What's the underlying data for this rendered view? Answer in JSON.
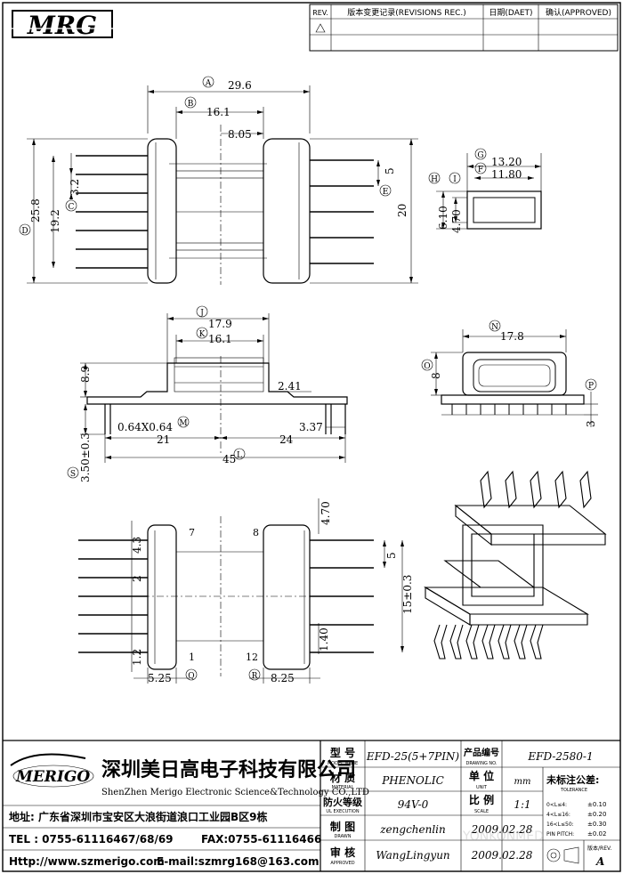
{
  "header": {
    "logo": "MRG",
    "rev_label": "REV.",
    "rev_record": "版本变更记录(REVISIONS REC.)",
    "date_label": "日期(DAET)",
    "approved_label": "确认(APPROVED)"
  },
  "top_view": {
    "A_label": "A",
    "A_val": "29.6",
    "B_label": "B",
    "B_val": "16.1",
    "center_val": "8.05",
    "C_label": "C",
    "C_val": "3.2",
    "D_label": "D",
    "D_val": "25.8",
    "h192": "19.2",
    "E_label": "E",
    "E_val": "5",
    "h20": "20"
  },
  "window_view": {
    "G_label": "G",
    "G_val": "13.20",
    "F_label": "F",
    "F_val": "11.80",
    "H_label": "H",
    "H_val": "6.10",
    "I_label": "I",
    "I_val": "4.70"
  },
  "side_view": {
    "J_label": "J",
    "J_val": "17.9",
    "K_label": "K",
    "K_val": "16.1",
    "h89": "8.9",
    "v241": "2.41",
    "M_label": "M",
    "M_val": "0.64X0.64",
    "v337": "3.37",
    "v21": "21",
    "v24": "24",
    "L_label": "L",
    "L_val": "45",
    "S_label": "S",
    "S_val": "3.50±0.3"
  },
  "end_view": {
    "N_label": "N",
    "N_val": "17.8",
    "O_label": "O",
    "O_val": "8",
    "P_label": "P",
    "P_val": "3"
  },
  "bottom_view": {
    "v43": "4.3",
    "v2": "2",
    "pin7": "7",
    "pin8": "8",
    "v470": "4.70",
    "v5": "5",
    "v15": "15±0.3",
    "v140": "1.40",
    "v12": "1.2",
    "pin1": "1",
    "pin12": "12",
    "Q_label": "Q",
    "Q_val": "5.25",
    "R_label": "R",
    "R_val": "8.25"
  },
  "title_block": {
    "company_logo": "MERIGO",
    "company_cn": "深圳美日高电子科技有限公司",
    "company_en": "ShenZhen Merigo Electronic Science&Technology CO.,LTD",
    "address": "地址: 广东省深圳市宝安区大浪街道浪口工业园B区9栋",
    "tel": "TEL : 0755-61116467/68/69",
    "fax": "FAX:0755-61116466",
    "http": "Http://www.szmerigo.com",
    "email": "E-mail:szmrg168@163.com",
    "model_cn": "型 号",
    "model_en": "MODEL NAME",
    "model_val": "EFD-25(5+7PIN)",
    "drawno_cn": "产品编号",
    "drawno_en": "DRAWING NO.",
    "drawno_val": "EFD-2580-1",
    "mat_cn": "材 质",
    "mat_en": "MATERIAL",
    "mat_val": "PHENOLIC",
    "unit_cn": "单 位",
    "unit_en": "UNIT",
    "unit_val": "mm",
    "fire_cn": "防火等级",
    "fire_en": "UL EXECUTION",
    "fire_val": "94V-0",
    "scale_cn": "比 例",
    "scale_en": "SCALE",
    "scale_val": "1:1",
    "drawn_cn": "制 图",
    "drawn_en": "DRAWN",
    "drawn_val": "zengchenlin",
    "drawn_date": "2009.02.28",
    "appr_cn": "审 核",
    "appr_en": "APPROVED",
    "appr_val": "WangLingyun",
    "appr_date": "2009.02.28",
    "tol_cn": "未标注公差:",
    "tol_en": "TOLERANCE",
    "tol1": "0<L≤4:",
    "tol1v": "±0.10",
    "tol2": "4<L≤16:",
    "tol2v": "±0.20",
    "tol3": "16<L≤50:",
    "tol3v": "±0.30",
    "tol4": "PIN PITCH:",
    "tol4v": "±0.02",
    "ver_cn": "版本/REV.",
    "ver_val": "A",
    "watermark": "YONKONMED"
  }
}
